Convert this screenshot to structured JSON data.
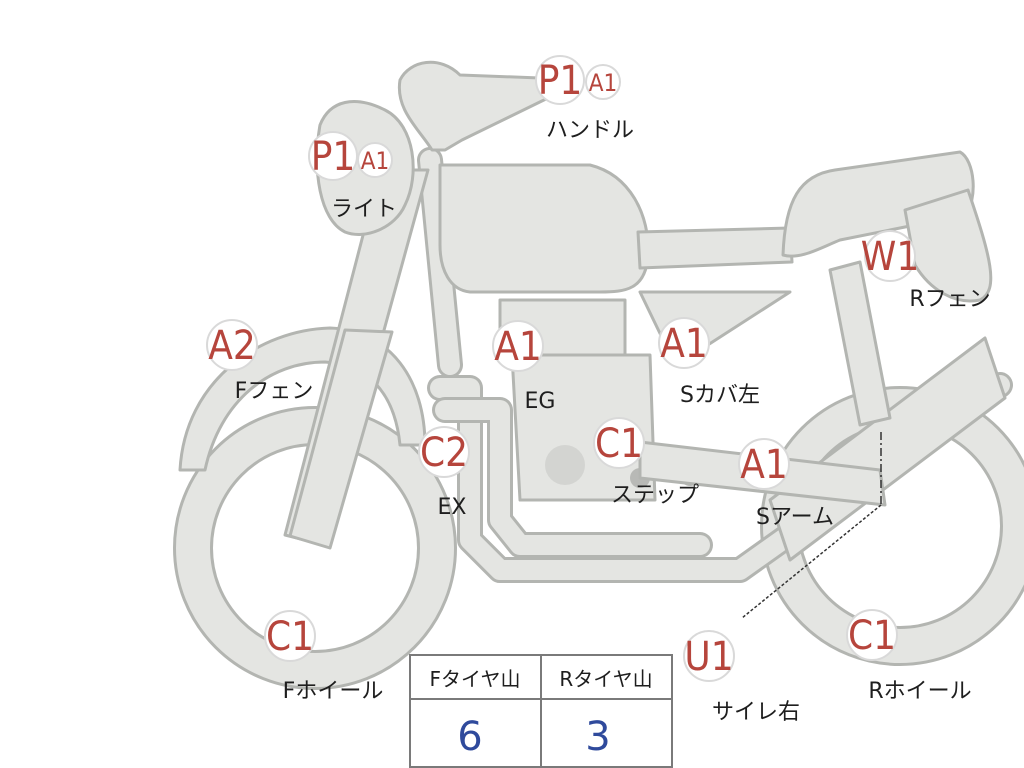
{
  "tags": {
    "handle": {
      "main": "P1",
      "sub": "A1",
      "caption": "ハンドル"
    },
    "light": {
      "main": "P1",
      "sub": "A1",
      "caption": "ライト"
    },
    "front_fender": {
      "main": "A2",
      "caption": "Fフェン"
    },
    "engine": {
      "main": "A1",
      "caption": "EG"
    },
    "side_cover_left": {
      "main": "A1",
      "caption": "Sカバ左"
    },
    "rear_fender": {
      "main": "W1",
      "caption": "Rフェン"
    },
    "exhaust": {
      "main": "C2",
      "caption": "EX"
    },
    "step": {
      "main": "C1",
      "caption": "ステップ"
    },
    "swing_arm": {
      "main": "A1",
      "caption": "Sアーム"
    },
    "front_wheel": {
      "main": "C1",
      "caption": "Fホイール"
    },
    "rear_wheel": {
      "main": "C1",
      "caption": "Rホイール"
    },
    "muffler_right": {
      "main": "U1",
      "caption": "サイレ右"
    }
  },
  "tire_table": {
    "headers": [
      "Fタイヤ山",
      "Rタイヤ山"
    ],
    "values": [
      "6",
      "3"
    ]
  },
  "colors": {
    "body_fill": "#e4e5e2",
    "body_outline": "#b3b5b1",
    "badge_text": "#b6453c",
    "table_value": "#2f4a9c"
  }
}
